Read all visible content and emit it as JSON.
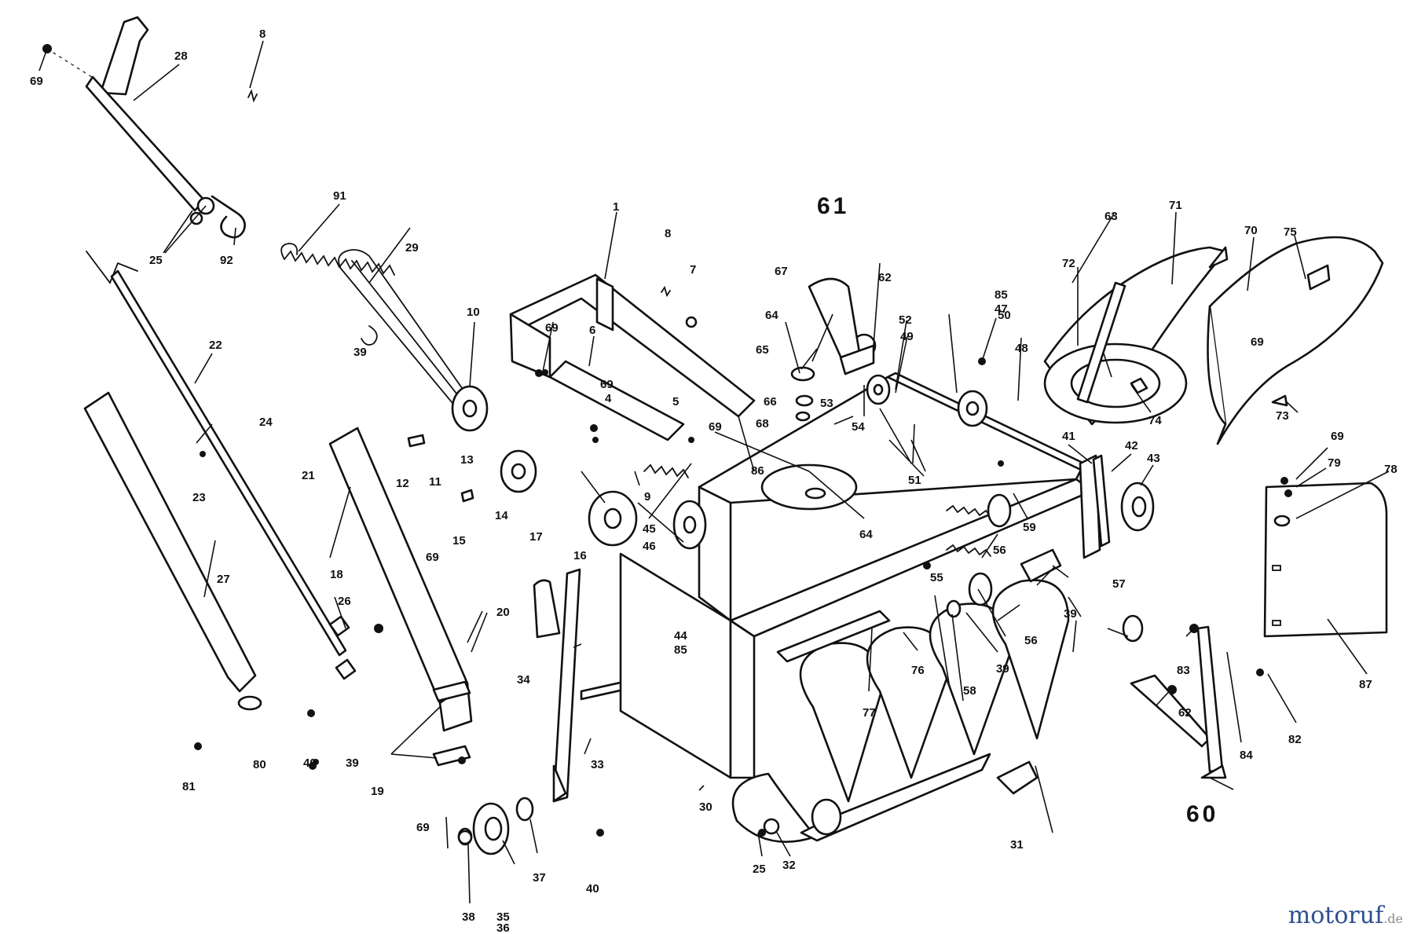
{
  "labels": [
    "1",
    "4",
    "5",
    "6",
    "7",
    "8",
    "8",
    "9",
    "10",
    "11",
    "12",
    "13",
    "14",
    "15",
    "16",
    "17",
    "18",
    "19",
    "20",
    "21",
    "22",
    "23",
    "24",
    "25",
    "25",
    "26",
    "27",
    "28",
    "29",
    "30",
    "31",
    "32",
    "33",
    "34",
    "35",
    "36",
    "37",
    "38",
    "39",
    "39",
    "39",
    "39",
    "40",
    "40",
    "41",
    "42",
    "43",
    "44",
    "85",
    "45",
    "46",
    "47",
    "85",
    "48",
    "49",
    "50",
    "51",
    "52",
    "53",
    "54",
    "55",
    "56",
    "56",
    "57",
    "58",
    "59",
    "60",
    "61",
    "62",
    "62",
    "63",
    "64",
    "64",
    "65",
    "66",
    "67",
    "68",
    "69",
    "69",
    "69",
    "69",
    "69",
    "69",
    "69",
    "69",
    "70",
    "71",
    "72",
    "73",
    "74",
    "75",
    "76",
    "77",
    "78",
    "79",
    "80",
    "81",
    "82",
    "83",
    "84",
    "86",
    "87",
    "91",
    "92"
  ],
  "watermark": {
    "main": "motoruf",
    "tld": ".de"
  },
  "colors": {
    "ink": "#111111",
    "paper": "#ffffff",
    "watermark": "#2f4f8f"
  }
}
